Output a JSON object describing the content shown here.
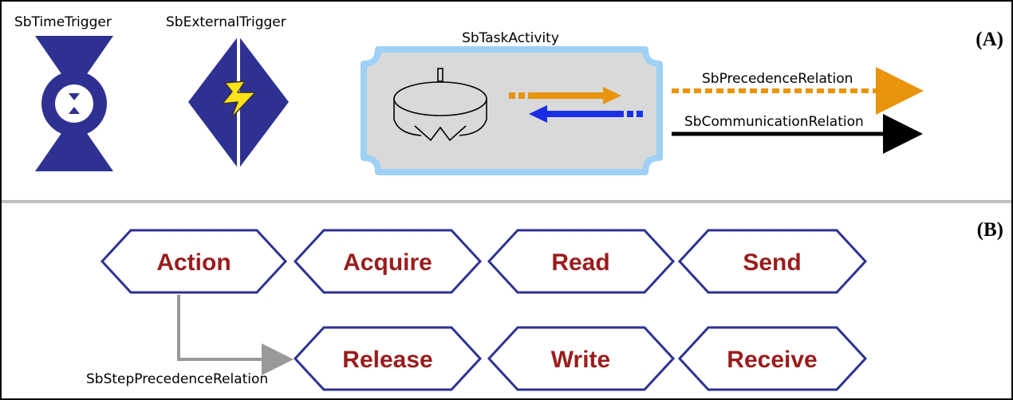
{
  "section_a": {
    "label": "(A)",
    "time_trigger_label": "SbTimeTrigger",
    "external_trigger_label": "SbExternalTrigger",
    "task_activity_label": "SbTaskActivity",
    "precedence_relation_label": "SbPrecedenceRelation",
    "communication_relation_label": "SbCommunicationRelation"
  },
  "section_b": {
    "label": "(B)",
    "steps": {
      "action": "Action",
      "acquire": "Acquire",
      "read": "Read",
      "send": "Send",
      "release": "Release",
      "write": "Write",
      "receive": "Receive"
    },
    "step_precedence_label": "SbStepPrecedenceRelation"
  },
  "colors": {
    "symbol_blue": "#2e3192",
    "precedence_orange": "#e8940c",
    "communication_blue": "#1a2ee8",
    "step_text": "#9b1c1c",
    "task_border": "#9fd0f5",
    "task_fill": "#d9d9d9"
  }
}
